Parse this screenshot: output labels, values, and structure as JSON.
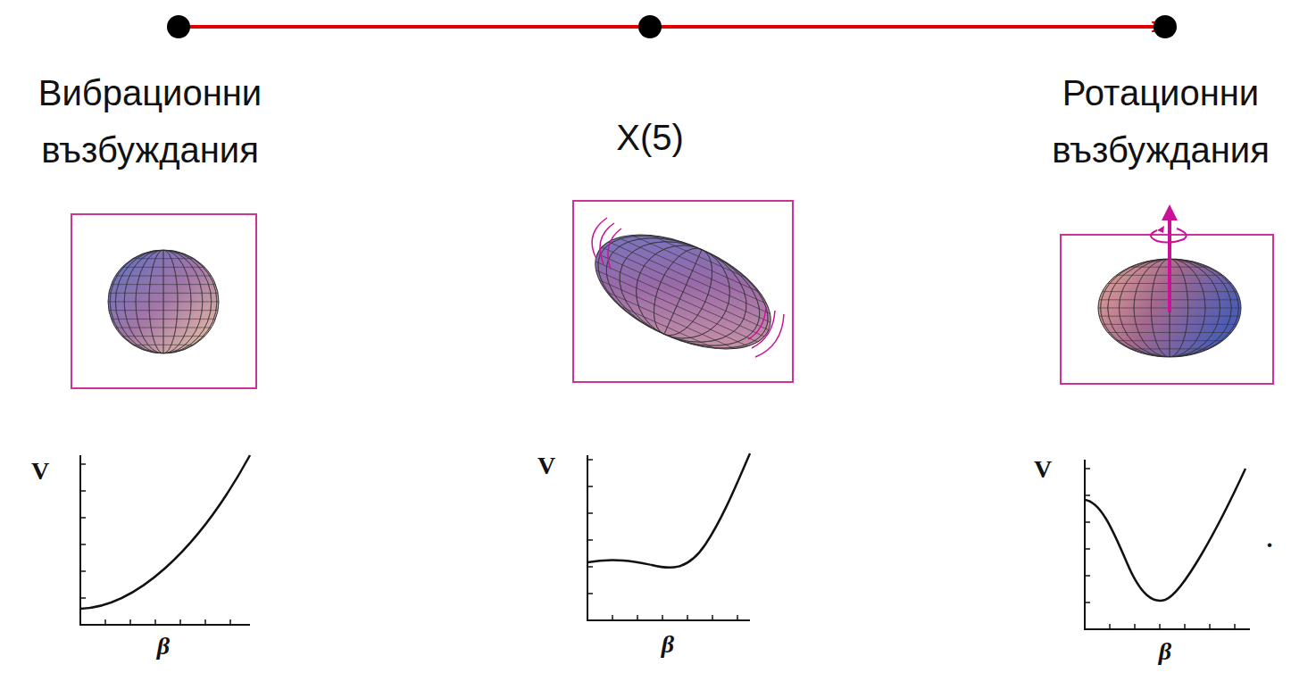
{
  "diagram": {
    "labels": [
      "Вибрационни възбуждания",
      "X(5)",
      "Ротационни възбуждания",
      "V",
      "β",
      "V",
      "β",
      "V",
      "β",
      "."
    ]
  }
}
